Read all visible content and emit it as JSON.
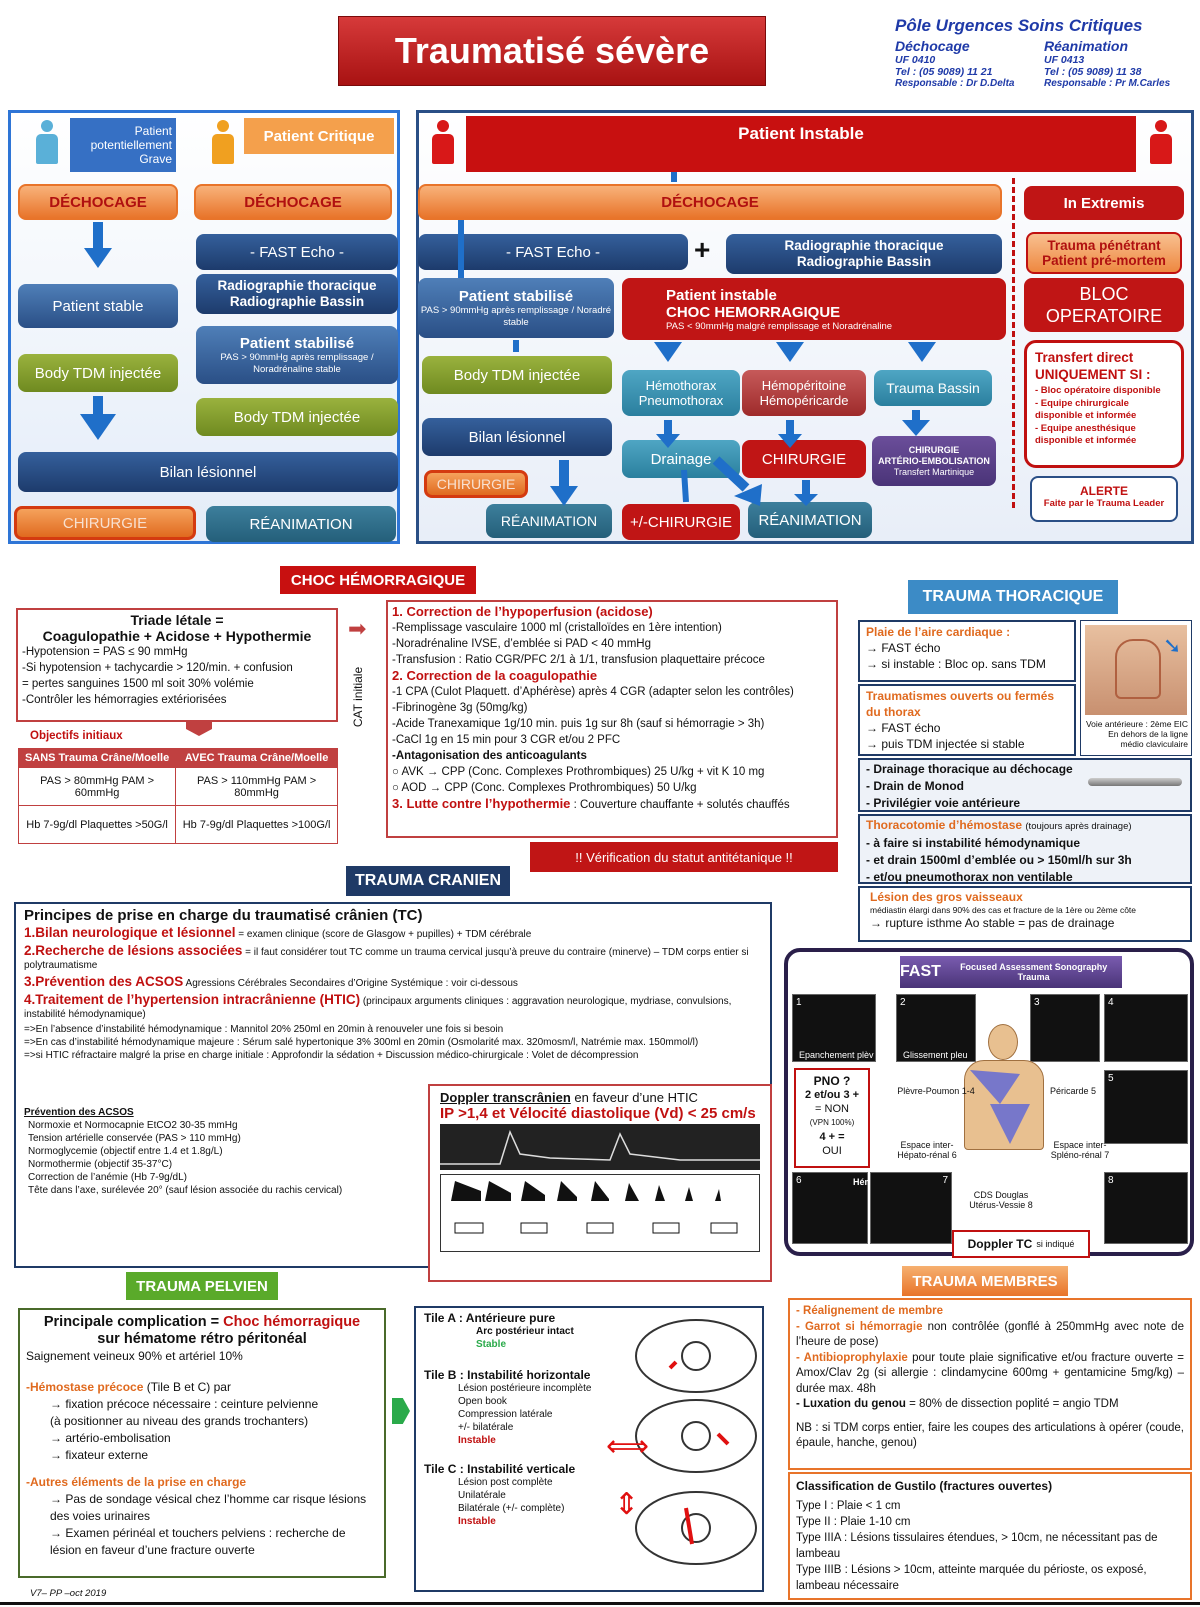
{
  "header": {
    "title": "Traumatisé sévère",
    "pole": "Pôle Urgences Soins Critiques",
    "dechocage": {
      "name": "Déchocage",
      "uf": "UF 0410",
      "tel": "Tel : (05 9089) 11 21",
      "resp": "Responsable : Dr D.Delta"
    },
    "reanimation": {
      "name": "Réanimation",
      "uf": "UF 0413",
      "tel": "Tel : (05 9089) 11 38",
      "resp": "Responsable : Pr M.Carles"
    }
  },
  "flow_left": {
    "grave": "Patient potentiellement Grave",
    "dechocage": "DÉCHOCAGE",
    "stable": "Patient stable",
    "tdm": "Body TDM injectée",
    "bilan": "Bilan lésionnel",
    "chirurgie": "CHIRURGIE",
    "reanimation": "RÉANIMATION"
  },
  "flow_critique": {
    "title": "Patient Critique",
    "dechocage": "DÉCHOCAGE",
    "fast": "- FAST Echo -",
    "radio1": "Radiographie thoracique",
    "radio2": "Radiographie Bassin",
    "stab_title": "Patient stabilisé",
    "stab_sub": "PAS > 90mmHg après remplissage / Noradrénaline stable",
    "tdm": "Body TDM injectée"
  },
  "flow_instable": {
    "title": "Patient  Instable",
    "dechocage": "DÉCHOCAGE",
    "fast": "- FAST Echo -",
    "plus": "+",
    "radio1": "Radiographie thoracique",
    "radio2": "Radiographie Bassin",
    "stab_title": "Patient stabilisé",
    "stab_sub": "PAS > 90mmHg après remplissage / Noradré stable",
    "tdm": "Body TDM injectée",
    "bilan": "Bilan lésionnel",
    "chirurgie": "CHIRURGIE",
    "reanimation": "RÉANIMATION",
    "choc_title1": "Patient instable",
    "choc_title2": "CHOC HEMORRAGIQUE",
    "choc_sub": "PAS < 90mmHg malgré remplissage et Noradrénaline",
    "hemothorax": "Hémothorax Pneumothorax",
    "hemoperitoine": "Hémopéritoine Hémopéricarde",
    "bassin": "Trauma Bassin",
    "drainage": "Drainage",
    "chir2": "CHIRURGIE",
    "arterio1": "CHIRURGIE",
    "arterio2": "ARTÉRIO-EMBOLISATION",
    "arterio3": "Transfert Martinique",
    "pmchir": "+/-CHIRURGIE",
    "rea2": "RÉANIMATION",
    "extremis": "In Extremis",
    "penetrant1": "Trauma pénétrant",
    "penetrant2": "Patient pré-mortem",
    "bloc": "BLOC OPERATOIRE",
    "transfert_title": "Transfert direct UNIQUEMENT SI :",
    "transfert_items": [
      "- Bloc opératoire disponible",
      "- Equipe chirurgicale disponible et informée",
      "- Equipe anesthésique disponible et informée"
    ],
    "alerte": "ALERTE",
    "alerte_sub": "Faite par le Trauma Leader"
  },
  "choc": {
    "title": "CHOC HÉMORRAGIQUE",
    "triade_title": "Triade létale =",
    "triade_sub": "Coagulopathie + Acidose + Hypothermie",
    "triade_lines": [
      "-Hypotension  = PAS ≤ 90 mmHg",
      "-Si hypotension + tachycardie > 120/min. + confusion",
      "= pertes sanguines 1500 ml soit 30% volémie",
      "-Contrôler les hémorragies extériorisées"
    ],
    "objectifs": "Objectifs initiaux",
    "col1": "SANS Trauma Crâne/Moelle",
    "col2": "AVEC Trauma Crâne/Moelle",
    "r1c1": "PAS > 80mmHg PAM > 60mmHg",
    "r1c2": "PAS > 110mmHg PAM > 80mmHg",
    "r2c1": "Hb 7-9g/dl Plaquettes >50G/l",
    "r2c2": "Hb 7-9g/dl Plaquettes >100G/l",
    "cat": "CAT initiale",
    "s1": "1. Correction de l’hypoperfusion (acidose)",
    "s1_lines": [
      "-Remplissage vasculaire 1000 ml (cristalloïdes en 1ère intention)",
      "-Noradrénaline IVSE, d’emblée si PAD < 40 mmHg",
      "-Transfusion : Ratio CGR/PFC 2/1 à 1/1, transfusion plaquettaire précoce"
    ],
    "s2": "2. Correction de la coagulopathie",
    "s2_lines": [
      "-1 CPA (Culot Plaquett. d’Aphérèse) après 4 CGR (adapter selon les contrôles)",
      "-Fibrinogène 3g (50mg/kg)",
      "-Acide Tranexamique 1g/10 min. puis 1g sur 8h (sauf si hémorragie > 3h)",
      "-CaCl 1g en 15 min pour 3 CGR et/ou 2 PFC",
      "-Antagonisation des anticoagulants",
      "○ AVK → CPP (Conc. Complexes Prothrombiques) 25 U/kg + vit K 10 mg",
      "○ AOD → CPP (Conc. Complexes Prothrombiques)  50 U/kg"
    ],
    "s3": "3. Lutte contre l’hypothermie",
    "s3_text": " : Couverture chauffante + solutés chauffés",
    "tetanos": "!! Vérification du statut antitétanique !!"
  },
  "thoracique": {
    "title": "TRAUMA THORACIQUE",
    "plaie_title": "Plaie de l’aire cardiaque :",
    "plaie_lines": [
      "→ FAST écho",
      "→ si instable : Bloc op. sans TDM"
    ],
    "ouverts_title": "Traumatismes ouverts ou fermés du thorax",
    "ouverts_lines": [
      "→ FAST écho",
      "→ puis TDM injectée si stable"
    ],
    "voie": "Voie antérieure : 2ème EIC En dehors de la ligne médio claviculaire",
    "drain_lines": [
      "- Drainage thoracique au déchocage",
      "- Drain de Monod",
      "- Privilégier voie antérieure"
    ],
    "thoraco_title": "Thoracotomie d’hémostase",
    "thoraco_sub": "(toujours après drainage)",
    "thoraco_lines": [
      "- à faire si instabilité hémodynamique",
      "- et drain 1500ml d’emblée ou > 150ml/h sur 3h",
      "- et/ou pneumothorax non ventilable"
    ],
    "vaisseaux_title": "Lésion des gros vaisseaux",
    "vaisseaux_sub": "médiastin élargi dans 90% des cas et fracture de la 1ère ou 2ème côte",
    "vaisseaux_line": "→ rupture isthme Ao stable = pas de drainage"
  },
  "cranien": {
    "title": "TRAUMA CRANIEN",
    "heading": "Principes de prise en charge du traumatisé crânien (TC)",
    "p1": "1.Bilan neurologique et lésionnel",
    "p1b": " = examen clinique (score de Glasgow + pupilles) + TDM cérébrale",
    "p2": "2.Recherche de lésions associées",
    "p2b": " = il faut considérer tout TC comme un trauma cervical jusqu’à preuve du contraire (minerve) – TDM corps entier si polytraumatisme",
    "p3": "3.Prévention des ACSOS",
    "p3b": " Agressions Cérébrales Secondaires d’Origine Systémique : voir ci-dessous",
    "p4": "4.Traitement de l’hypertension intracrânienne (HTIC)",
    "p4b": " (principaux arguments cliniques : aggravation neurologique, mydriase, convulsions, instabilité hémodynamique)",
    "p4_lines": [
      "=>En l’absence d’instabilité hémodynamique : Mannitol 20% 250ml en 20min à renouveler une fois si besoin",
      "=>En cas d’instabilité hémodynamique majeure : Sérum salé hypertonique 3% 300ml en 20min (Osmolarité max. 320mosm/l, Natrémie max. 150mmol/l)",
      "=>si HTIC réfractaire malgré la prise en charge initiale : Approfondir la sédation + Discussion médico-chirurgicale : Volet de décompression"
    ],
    "prev_title": "Prévention des ACSOS",
    "prev_lines": [
      "Normoxie et Normocapnie EtCO2 30-35 mmHg",
      "Tension artérielle conservée (PAS > 110 mmHg)",
      "Normoglycemie (objectif entre 1.4 et 1.8g/L)",
      "Normothermie  (objectif 35-37°C)",
      "Correction de l’anémie (Hb 7-9g/dL)",
      "Tête dans l’axe, surélevée 20° (sauf lésion associée du rachis cervical)"
    ],
    "doppler_title": "Doppler transcrânien",
    "doppler_sub": " en faveur d’une HTIC",
    "doppler_ip": "IP >1,4 et Vélocité diastolique (Vd) < 25 cm/s"
  },
  "fast": {
    "title": "FAST",
    "subtitle": "Focused Assessment Sonography Trauma",
    "pno_lines": [
      "PNO ?",
      "2 et/ou 3 +",
      "= NON",
      "(VPN 100%)",
      "4 + =",
      "OUI"
    ],
    "labels": [
      "Plèvre-Poumon 1-4",
      "Péricarde 5",
      "Espace inter-Hépato-rénal 6",
      "Espace inter-Spléno-rénal 7",
      "CDS Douglas Utérus-Vessie 8"
    ],
    "img1": "Epanchement plèv",
    "img2": "Glissement pleu",
    "img_hemo": "Hémopéritoine",
    "doppler": "Doppler TC",
    "doppler_sub": "si indiqué"
  },
  "pelvien": {
    "title": "TRAUMA PELVIEN",
    "comp_title": "Principale complication = ",
    "comp_red": "Choc hémorragique",
    "comp_sub": "sur hématome rétro péritonéal",
    "saign": "Saignement veineux 90% et artériel 10%",
    "hemostase": "-Hémostase précoce",
    "hemostase_b": " (Tile B et C) par",
    "hem_lines": [
      "→ fixation précoce nécessaire : ceinture pelvienne",
      "(à positionner au niveau des grands trochanters)",
      "→ artério-embolisation",
      "→ fixateur externe"
    ],
    "autres": "-Autres éléments de la prise en charge",
    "autres_lines": [
      "→ Pas de sondage vésical chez l’homme car risque lésions des voies urinaires",
      "→ Examen périnéal et touchers pelviens : recherche de lésion en faveur d’une fracture ouverte"
    ],
    "tileA": "Tile A : Antérieure pure",
    "tileA_lines": [
      "Arc postérieur intact",
      "Stable"
    ],
    "tileB": "Tile B : Instabilité horizontale",
    "tileB_lines": [
      "Lésion postérieure incomplète",
      "Open book",
      "Compression latérale",
      "+/- bilatérale",
      "Instable"
    ],
    "tileC": "Tile C : Instabilité verticale",
    "tileC_lines": [
      "Lésion post complète",
      "Unilatérale",
      "Bilatérale (+/- complète)",
      "Instable"
    ]
  },
  "membres": {
    "title": "TRAUMA MEMBRES",
    "lines": [
      {
        "h": "- Réalignement de membre",
        "t": ""
      },
      {
        "h": "- Garrot si hémorragie",
        "t": " non contrôlée (gonflé à 250mmHg avec note de l’heure de pose)"
      },
      {
        "h": "- Antibioprophylaxie",
        "t": " pour toute plaie significative et/ou fracture ouverte = Amox/Clav 2g (si allergie : clindamycine 600mg + gentamicine 5mg/kg) – durée max. 48h"
      },
      {
        "h": "- Luxation du genou",
        "t": " = 80% de dissection poplité = angio TDM"
      }
    ],
    "nb": "NB : si TDM corps entier, faire les coupes des articulations à opérer (coude, épaule, hanche, genou)",
    "gustilo_title": "Classification de Gustilo (fractures ouvertes)",
    "gustilo": [
      "Type I : Plaie < 1 cm",
      "Type II : Plaie 1-10 cm",
      "Type IIIA : Lésions tissulaires étendues, > 10cm, ne nécessitant pas de lambeau",
      "Type IIIB : Lésions > 10cm, atteinte marquée du périoste, os exposé, lambeau nécessaire"
    ]
  },
  "footer": "V7– PP –oct 2019",
  "colors": {
    "accent_red": "#c01010",
    "navy": "#1f3a66",
    "blue": "#1f6fc9"
  }
}
